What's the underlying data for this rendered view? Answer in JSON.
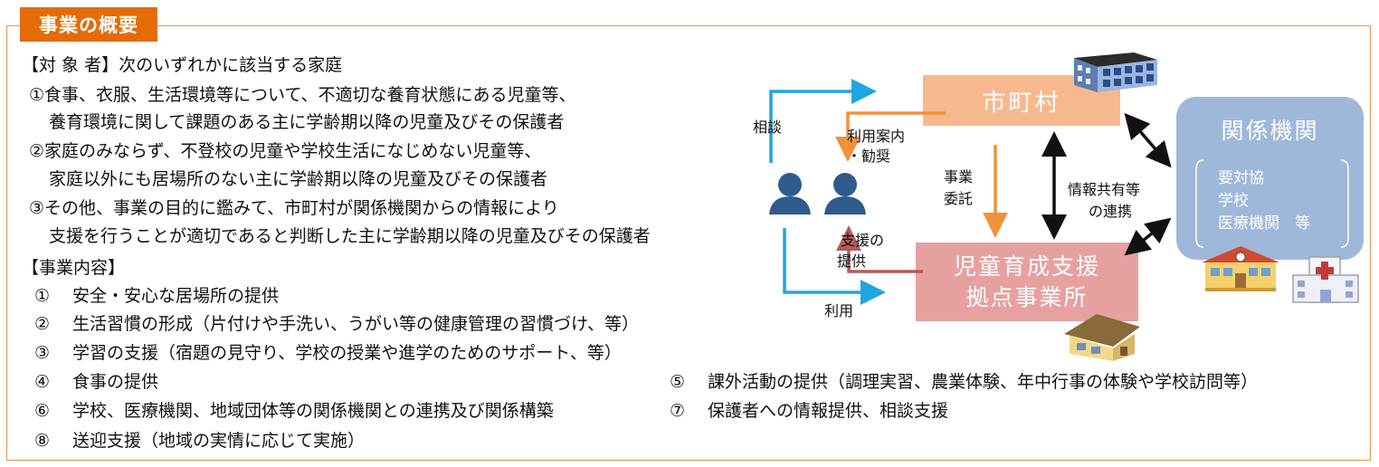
{
  "heading": "事業の概要",
  "target": {
    "title": "【対 象 者】次のいずれかに該当する家庭",
    "items": [
      [
        "①食事、衣服、生活環境等について、不適切な養育状態にある児童等、",
        "養育環境に関して課題のある主に学齢期以降の児童及びその保護者"
      ],
      [
        "②家庭のみならず、不登校の児童や学校生活になじめない児童等、",
        "家庭以外にも居場所のない主に学齢期以降の児童及びその保護者"
      ],
      [
        "③その他、事業の目的に鑑みて、市町村が関係機関からの情報により",
        "支援を行うことが適切であると判断した主に学齢期以降の児童及びその保護者"
      ]
    ]
  },
  "content": {
    "title": "【事業内容】",
    "items": [
      {
        "num": "①",
        "text": "安全・安心な居場所の提供"
      },
      {
        "num": "②",
        "text": "生活習慣の形成（片付けや手洗い、うがい等の健康管理の習慣づけ、等）"
      },
      {
        "num": "③",
        "text": "学習の支援（宿題の見守り、学校の授業や進学のためのサポート、等）"
      },
      {
        "num": "④",
        "text": "食事の提供"
      },
      {
        "num": "⑤",
        "text": "課外活動の提供（調理実習、農業体験、年中行事の体験や学校訪問等）"
      },
      {
        "num": "⑥",
        "text": "学校、医療機関、地域団体等の関係機関との連携及び関係構築"
      },
      {
        "num": "⑦",
        "text": "保護者への情報提供、相談支援"
      },
      {
        "num": "⑧",
        "text": "送迎支援（地域の実情に応じて実施）"
      }
    ]
  },
  "diagram": {
    "municipality": "市町村",
    "center": [
      "児童育成支援",
      "拠点事業所"
    ],
    "agencies": {
      "title": "関係機関",
      "items": [
        "要対協",
        "学校",
        "医療機関　等"
      ]
    },
    "labels": {
      "consult": "相談",
      "guidance": [
        "利用案内",
        "・勧奨"
      ],
      "commission": [
        "事業",
        "委託"
      ],
      "share": [
        "情報共有等",
        "の連携"
      ],
      "support": [
        "支援の",
        "提供"
      ],
      "use": "利用"
    },
    "colors": {
      "accent": "#e36c09",
      "municipality": "#f8b88e",
      "center": "#e6a0a0",
      "agencies": "#9fb8d9",
      "arrow_blue": "#1fa5e0",
      "arrow_orange": "#f0923a",
      "arrow_red": "#b55a5a",
      "person": "#2e5b8c"
    },
    "icons": [
      "office-building-icon",
      "house-icon",
      "school-icon",
      "hospital-icon",
      "person-icon"
    ]
  }
}
